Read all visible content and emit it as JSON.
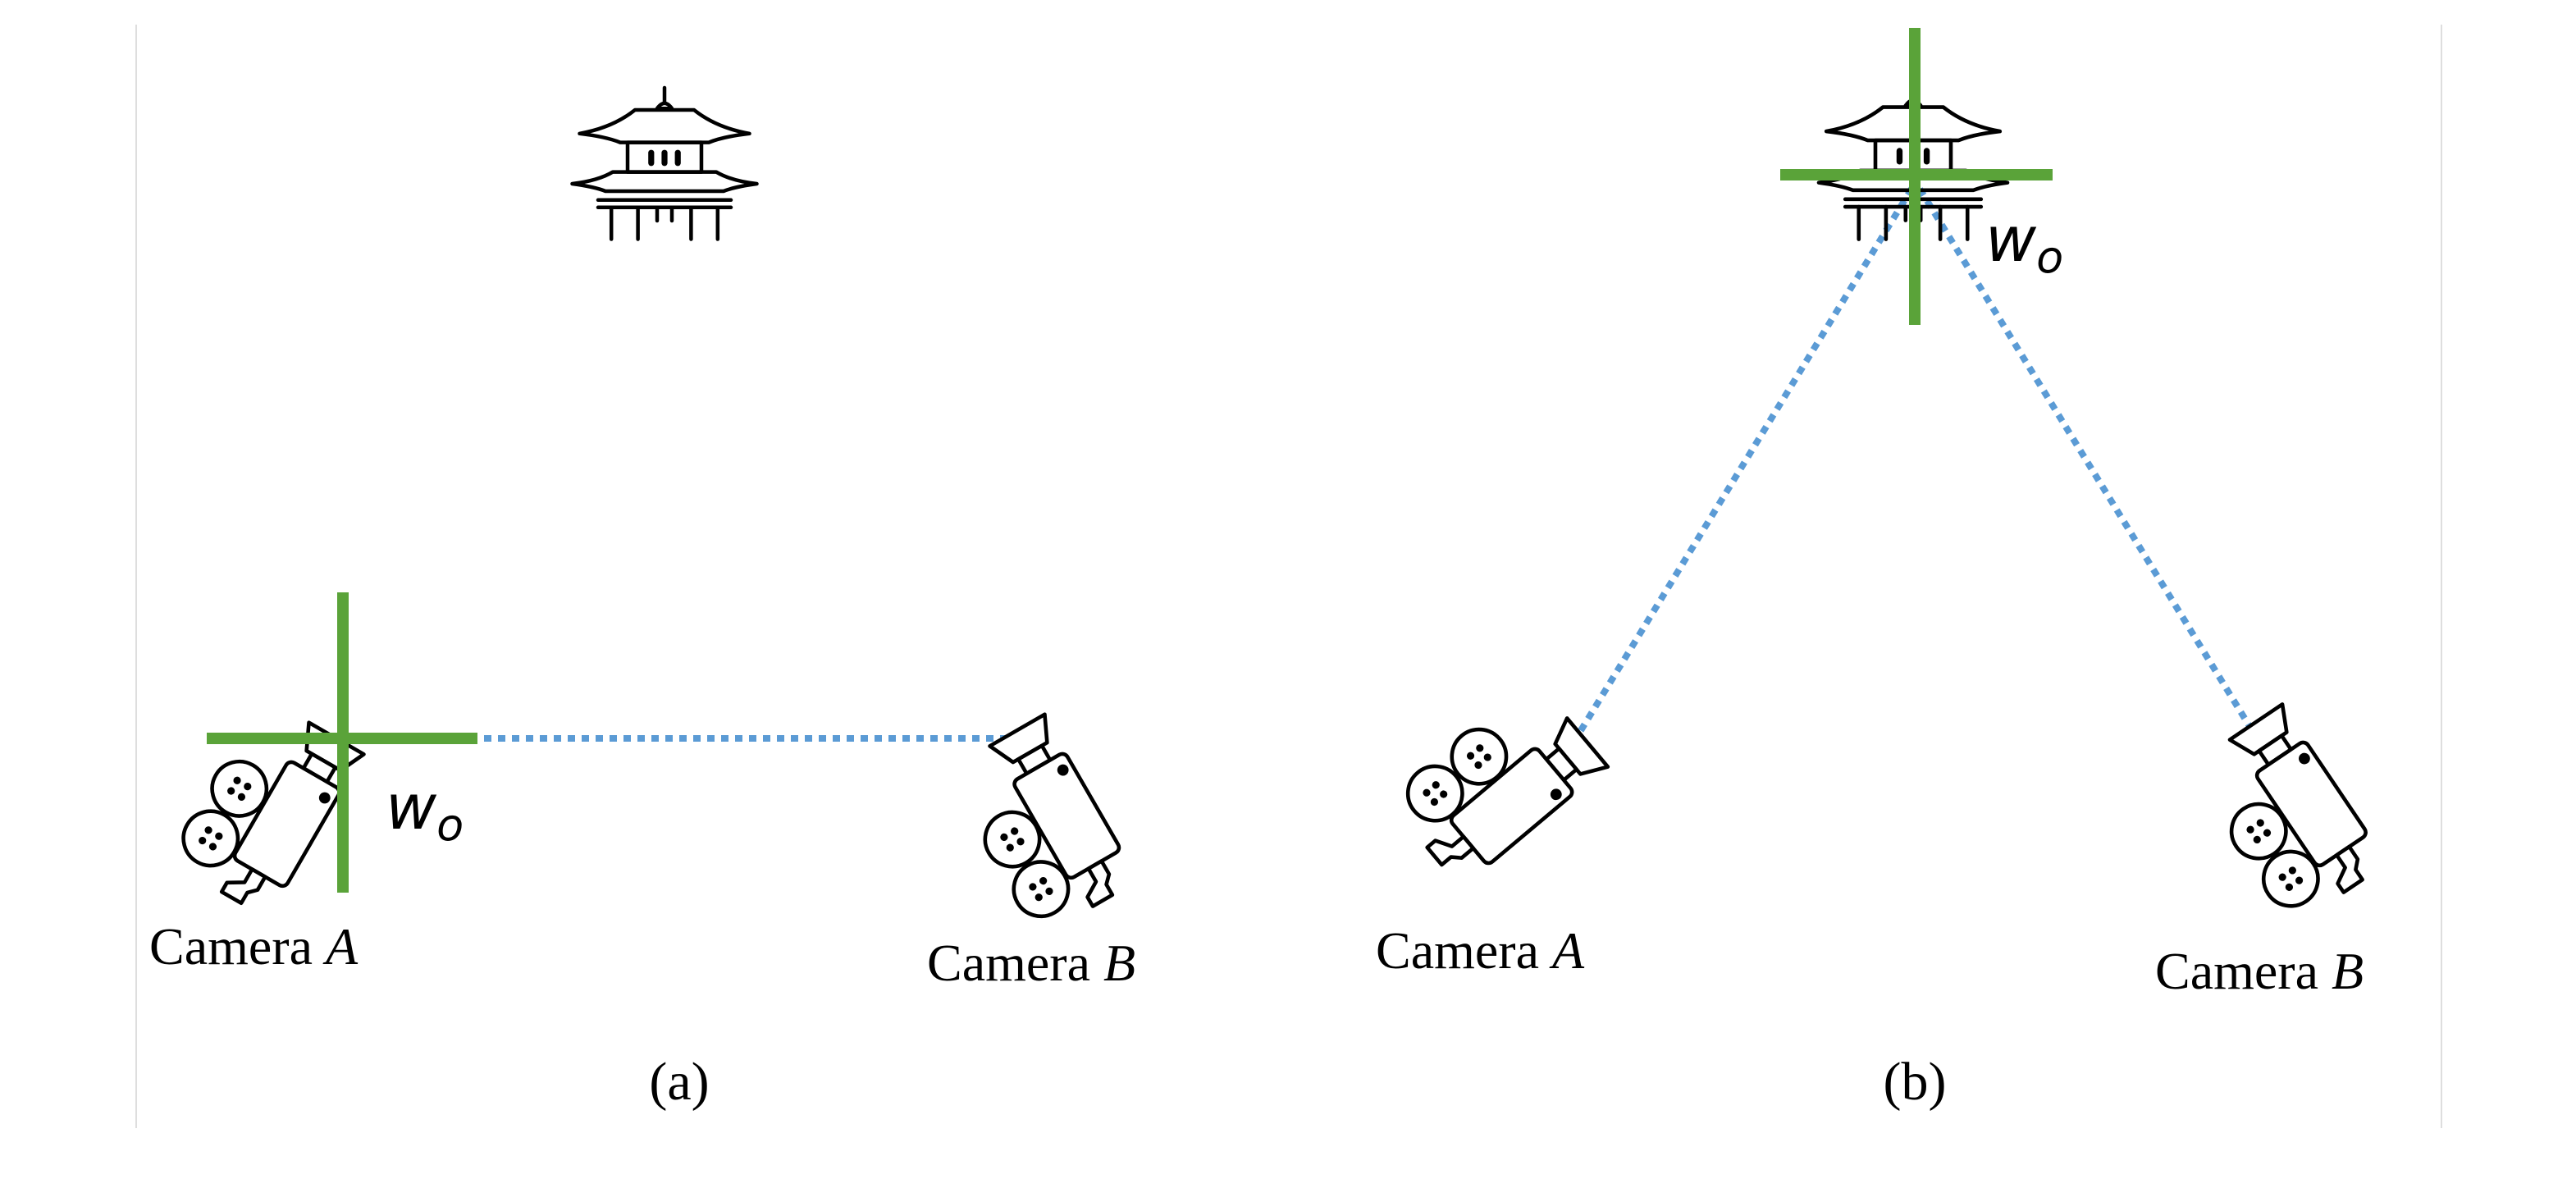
{
  "panels": [
    {
      "caption": "(a)",
      "cameras": [
        {
          "prefix": "Camera ",
          "letter": "A"
        },
        {
          "prefix": "Camera ",
          "letter": "B"
        }
      ],
      "origin_label": {
        "main": "w",
        "sub": "o"
      }
    },
    {
      "caption": "(b)",
      "cameras": [
        {
          "prefix": "Camera ",
          "letter": "A"
        },
        {
          "prefix": "Camera ",
          "letter": "B"
        }
      ],
      "origin_label": {
        "main": "w",
        "sub": "o"
      }
    }
  ],
  "colors": {
    "axis": "#5aa339",
    "ray": "#5b9bd5",
    "ink": "#000000",
    "divider": "#dedede"
  },
  "icons": [
    "pagoda-icon",
    "film-camera-icon"
  ]
}
